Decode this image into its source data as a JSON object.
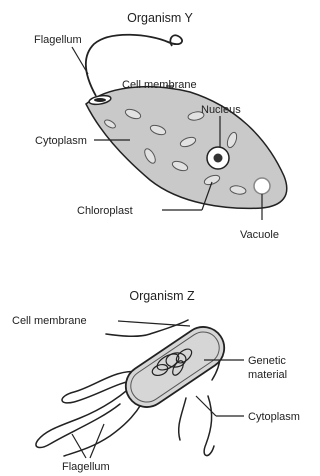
{
  "organism_y": {
    "title": "Organism Y",
    "labels": {
      "flagellum": "Flagellum",
      "cell_membrane": "Cell membrane",
      "nucleus": "Nucleus",
      "cytoplasm": "Cytoplasm",
      "chloroplast": "Chloroplast",
      "vacuole": "Vacuole"
    }
  },
  "organism_z": {
    "title": "Organism Z",
    "labels": {
      "cell_membrane": "Cell membrane",
      "genetic_material_line1": "Genetic",
      "genetic_material_line2": "material",
      "cytoplasm": "Cytoplasm",
      "flagellum": "Flagellum"
    }
  },
  "colors": {
    "line": "#222222",
    "cell_fill": "#c9c9c9",
    "organelle_fill": "#e2e2e2",
    "background": "#ffffff"
  }
}
